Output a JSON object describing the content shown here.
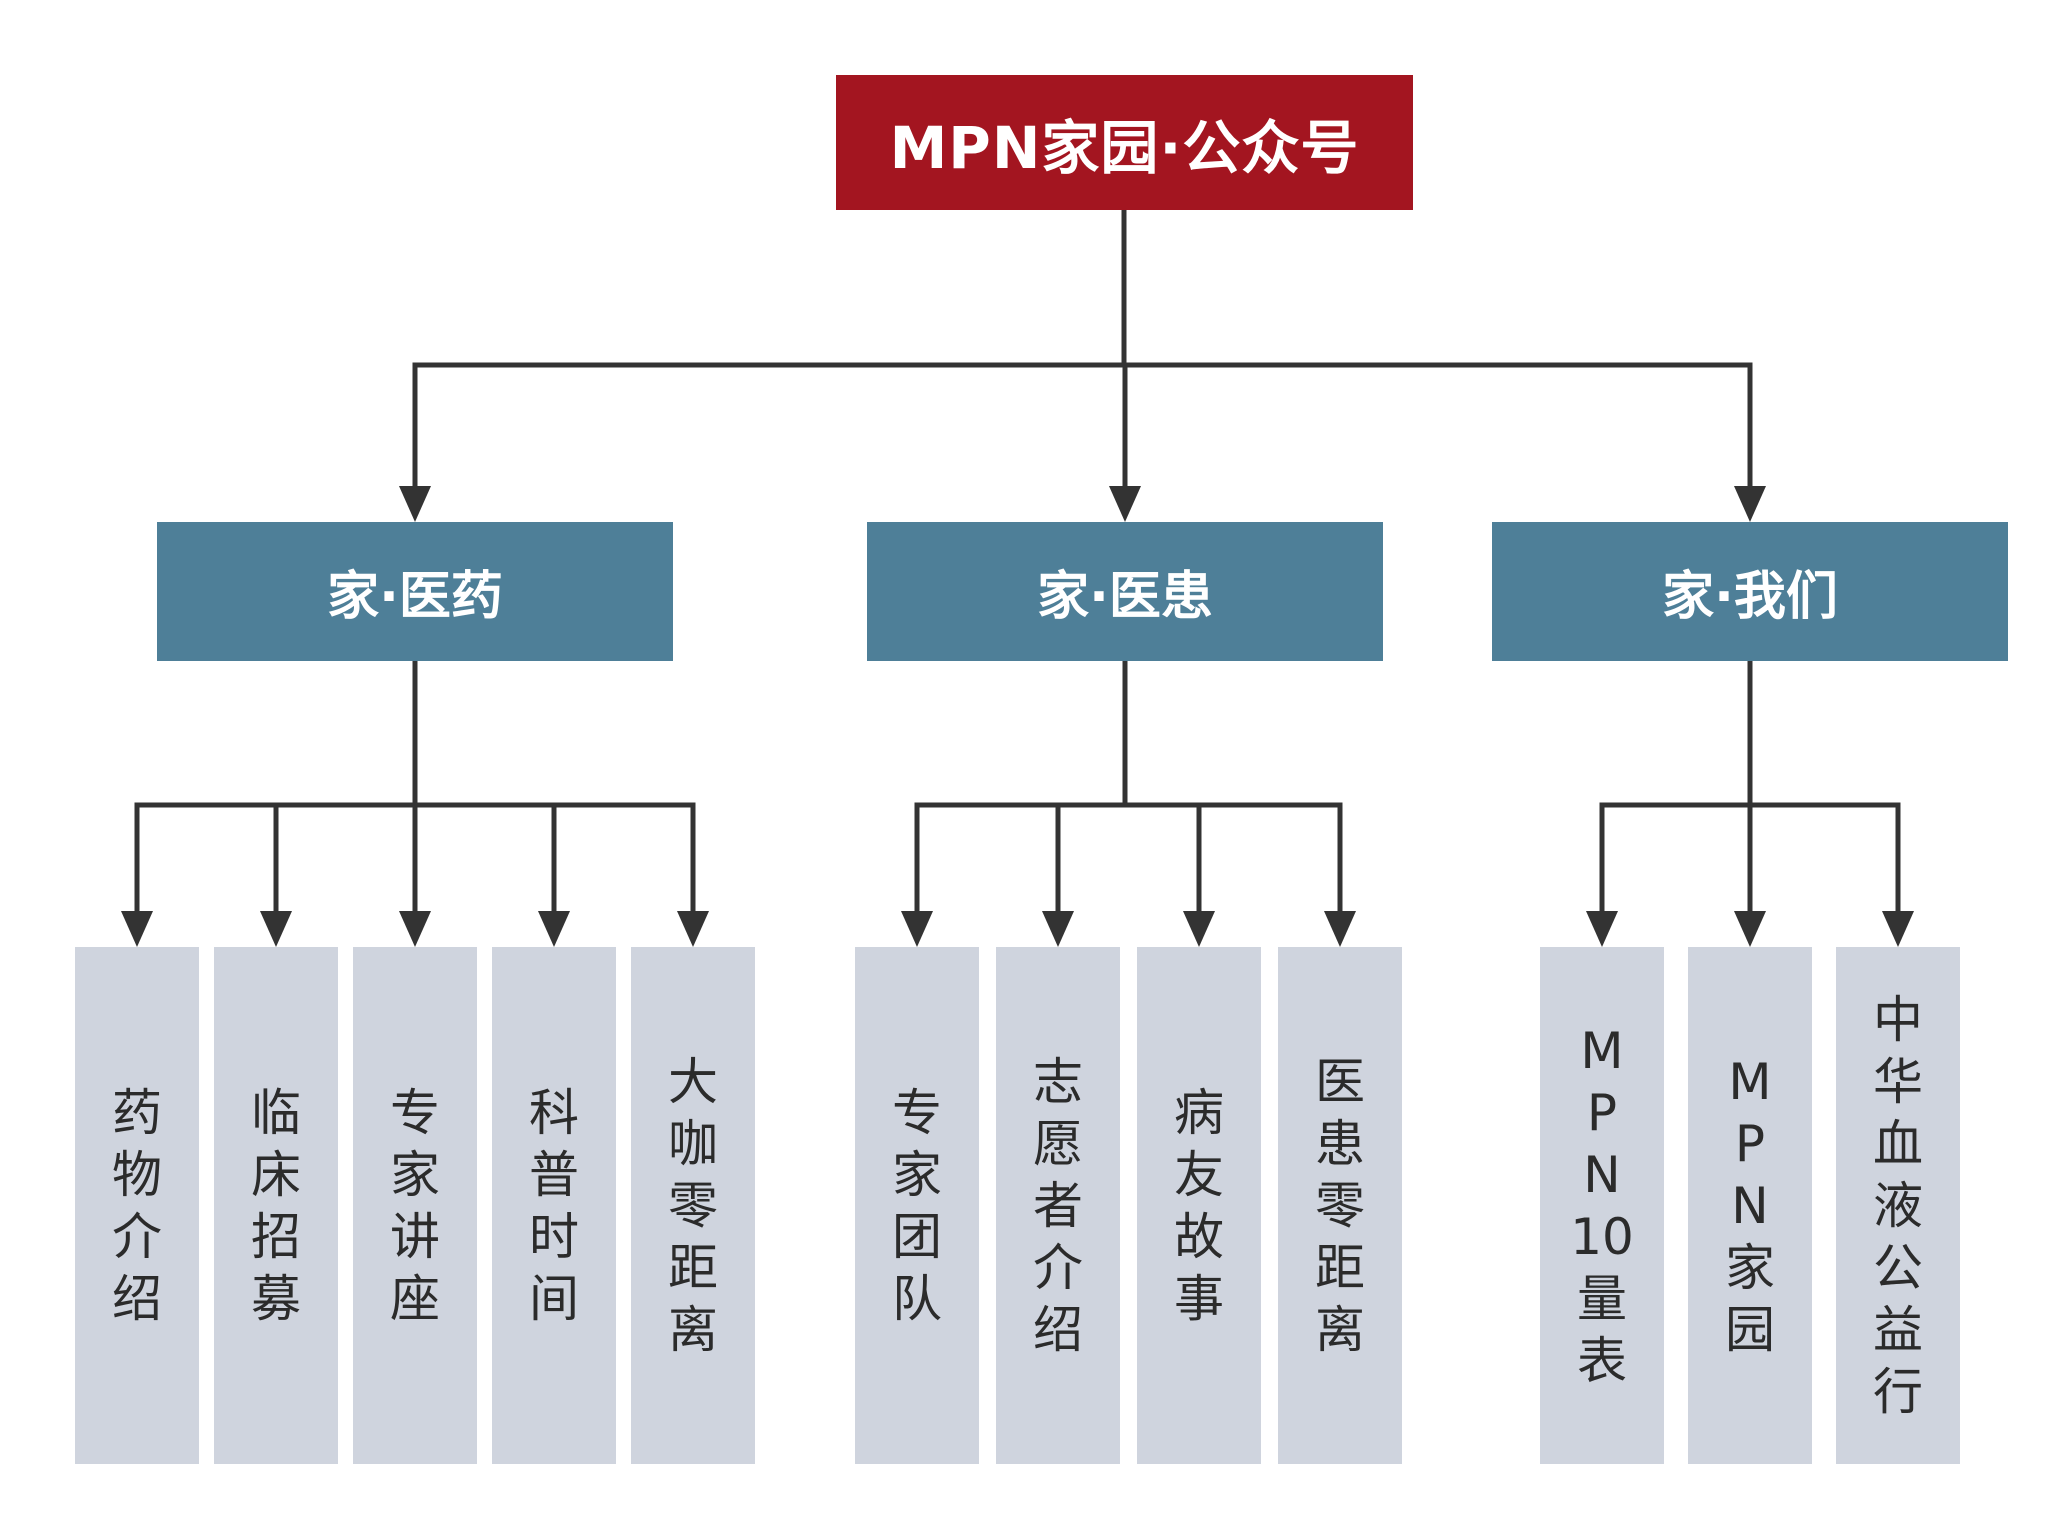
{
  "root": {
    "label": "MPN家园·公众号"
  },
  "colors": {
    "root": "#a31520",
    "category": "#4e7f98",
    "leaf": "#cfd4de",
    "connector": "#333333"
  },
  "categories": [
    {
      "label": "家·医药",
      "children": [
        "药物介绍",
        "临床招募",
        "专家讲座",
        "科普时间",
        "大咖零距离"
      ]
    },
    {
      "label": "家·医患",
      "children": [
        "专家团队",
        "志愿者介绍",
        "病友故事",
        "医患零距离"
      ]
    },
    {
      "label": "家·我们",
      "children": [
        "MPN10量表",
        "MPN家园",
        "中华血液公益行"
      ]
    }
  ]
}
